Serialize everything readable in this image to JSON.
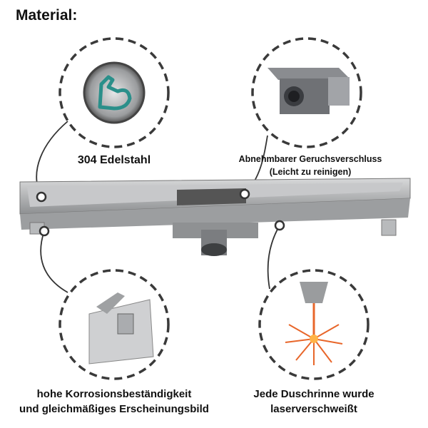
{
  "title": "Material:",
  "features": [
    {
      "icon": "flexed-arm-icon",
      "lines": [
        "304 Edelstahl"
      ]
    },
    {
      "icon": "odor-trap-icon",
      "lines": [
        "Abnehmbarer Geruchsverschluss",
        "(Leicht zu reinigen)"
      ]
    },
    {
      "icon": "mounting-foot-icon",
      "lines": [
        "hohe Korrosionsbeständigkeit",
        "und gleichmäßiges Erscheinungsbild"
      ]
    },
    {
      "icon": "laser-weld-icon",
      "lines": [
        "Jede Duschrinne wurde",
        "laserverschweißt"
      ]
    }
  ],
  "colors": {
    "accent": "#2a8f8a",
    "laser": "#e8662a",
    "steel": "#a9abad"
  }
}
